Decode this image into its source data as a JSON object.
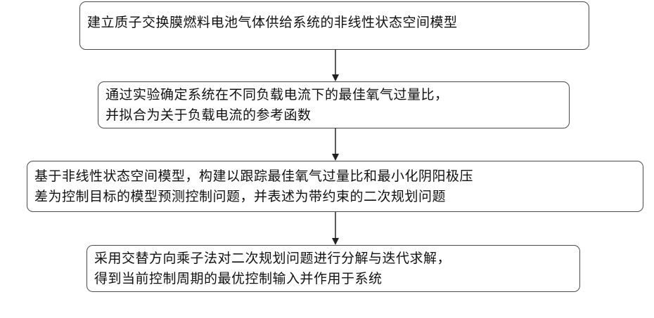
{
  "flowchart": {
    "steps": [
      {
        "lines": [
          "建立质子交换膜燃料电池气体供给系统的非线性状态空间模型"
        ]
      },
      {
        "lines": [
          "通过实验确定系统在不同负载电流下的最佳氧气过量比，",
          "并拟合为关于负载电流的参考函数"
        ]
      },
      {
        "lines": [
          "基于非线性状态空间模型，构建以跟踪最佳氧气过量比和最小化阴阳极压",
          "差为控制目标的模型预测控制问题，并表述为带约束的二次规划问题"
        ]
      },
      {
        "lines": [
          "采用交替方向乘子法对二次规划问题进行分解与迭代求解，",
          "得到当前控制周期的最优控制输入并作用于系统"
        ]
      }
    ]
  }
}
